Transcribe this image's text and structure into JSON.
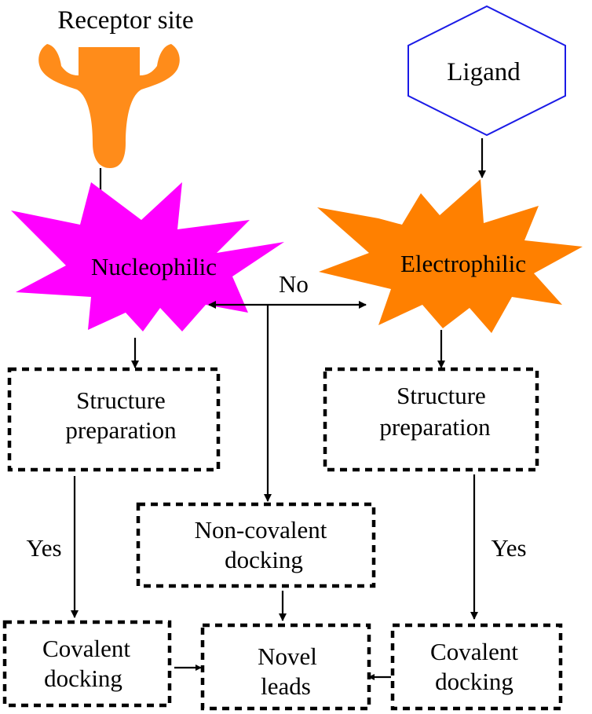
{
  "title": "",
  "receptor": {
    "label": "Receptor site",
    "color": "#FF8C1A"
  },
  "ligand": {
    "label": "Ligand",
    "stroke": "#1A1AE6"
  },
  "nucleophilic": {
    "label": "Nucleophilic",
    "color": "#FF00FF"
  },
  "electrophilic": {
    "label": "Electrophilic",
    "color": "#FF8000"
  },
  "no_label": "No",
  "prep_left": {
    "line1": "Structure",
    "line2": "preparation"
  },
  "prep_right": {
    "line1": "Structure",
    "line2": "preparation"
  },
  "noncovalent": {
    "line1": "Non-covalent",
    "line2": "docking"
  },
  "yes_left": "Yes",
  "yes_right": "Yes",
  "covalent_left": {
    "line1": "Covalent",
    "line2": "docking"
  },
  "covalent_right": {
    "line1": "Covalent",
    "line2": "docking"
  },
  "novel": {
    "line1": "Novel",
    "line2": "leads"
  }
}
